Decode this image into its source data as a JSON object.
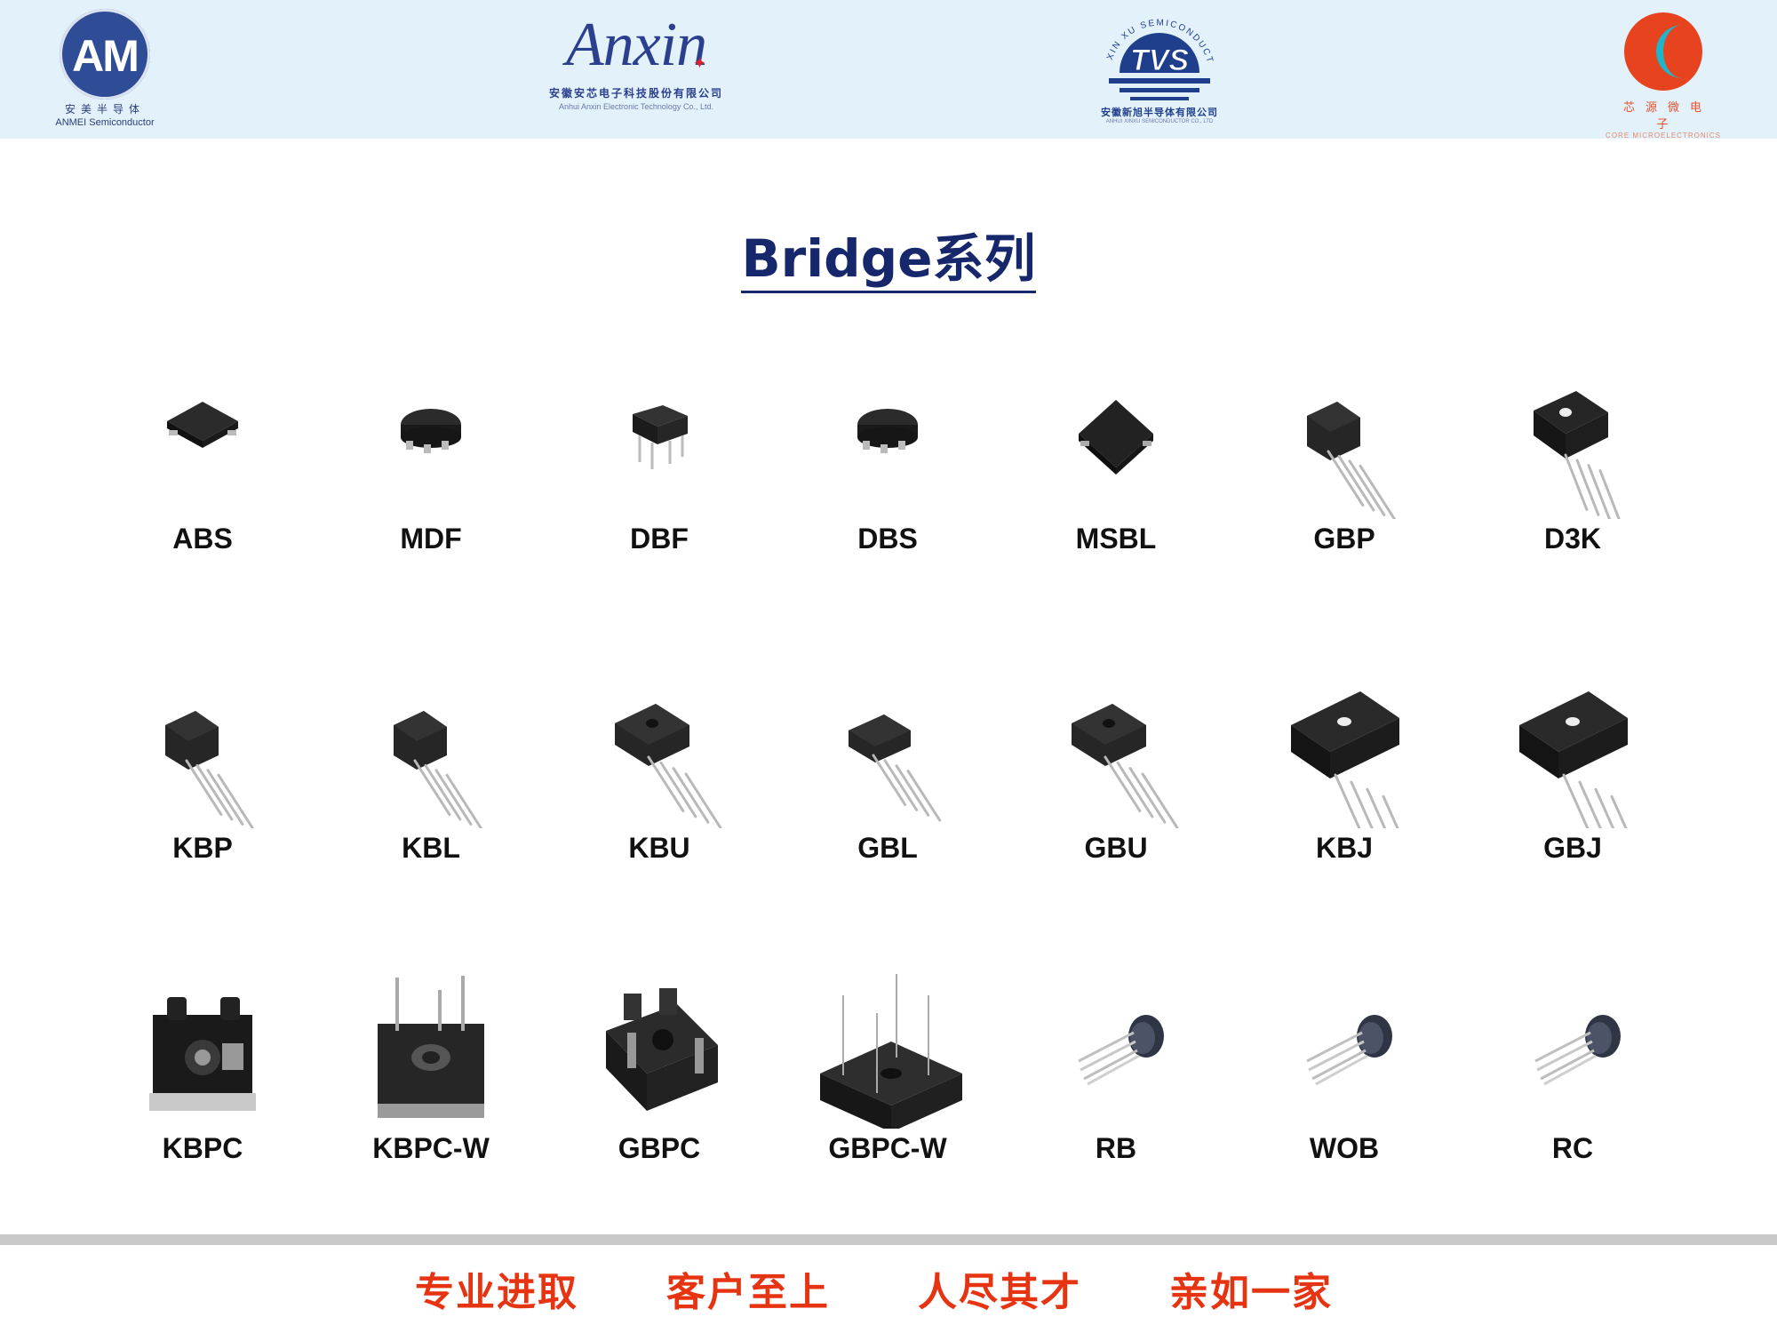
{
  "header": {
    "logos": [
      {
        "id": "am",
        "mark": "AM",
        "cn": "安美半导体",
        "en": "ANMEI Semiconductor",
        "color": "#2f4c96"
      },
      {
        "id": "anxin",
        "mark": "Anxin",
        "cn": "安徽安芯电子科技股份有限公司",
        "en": "Anhui Anxin Electronic Technology Co., Ltd.",
        "color": "#2a3f8e"
      },
      {
        "id": "tvs",
        "mark": "TVS",
        "arc": "XIN XU SEMICONDUCTOR",
        "cn": "安徽新旭半导体有限公司",
        "en": "ANHUI XINXU SEMICONDUCTOR CO., LTD",
        "color": "#1f3f8c"
      },
      {
        "id": "core",
        "cn": "芯源微电子",
        "en": "CORE MICROELECTRONICS",
        "color": "#e2552c"
      }
    ]
  },
  "title": "Bridge系列",
  "products": [
    {
      "label": "ABS",
      "kind": "smd-small"
    },
    {
      "label": "MDF",
      "kind": "smd-dome"
    },
    {
      "label": "DBF",
      "kind": "dip-short"
    },
    {
      "label": "DBS",
      "kind": "smd-dome"
    },
    {
      "label": "MSBL",
      "kind": "smd-flat"
    },
    {
      "label": "GBP",
      "kind": "sip-small"
    },
    {
      "label": "D3K",
      "kind": "sip-window"
    },
    {
      "label": "KBP",
      "kind": "sip-small"
    },
    {
      "label": "KBL",
      "kind": "sip-small"
    },
    {
      "label": "KBU",
      "kind": "sip-hole"
    },
    {
      "label": "GBL",
      "kind": "sip-flat"
    },
    {
      "label": "GBU",
      "kind": "sip-hole"
    },
    {
      "label": "KBJ",
      "kind": "sip-large"
    },
    {
      "label": "GBJ",
      "kind": "sip-large"
    },
    {
      "label": "KBPC",
      "kind": "square-tab"
    },
    {
      "label": "KBPC-W",
      "kind": "square-wire"
    },
    {
      "label": "GBPC",
      "kind": "square-tab-dark"
    },
    {
      "label": "GBPC-W",
      "kind": "square-wire-dark"
    },
    {
      "label": "RB",
      "kind": "round"
    },
    {
      "label": "WOB",
      "kind": "round"
    },
    {
      "label": "RC",
      "kind": "round"
    }
  ],
  "footer": {
    "slogans": [
      "专业进取",
      "客户至上",
      "人尽其才",
      "亲如一家"
    ],
    "accent": "#e63412"
  }
}
